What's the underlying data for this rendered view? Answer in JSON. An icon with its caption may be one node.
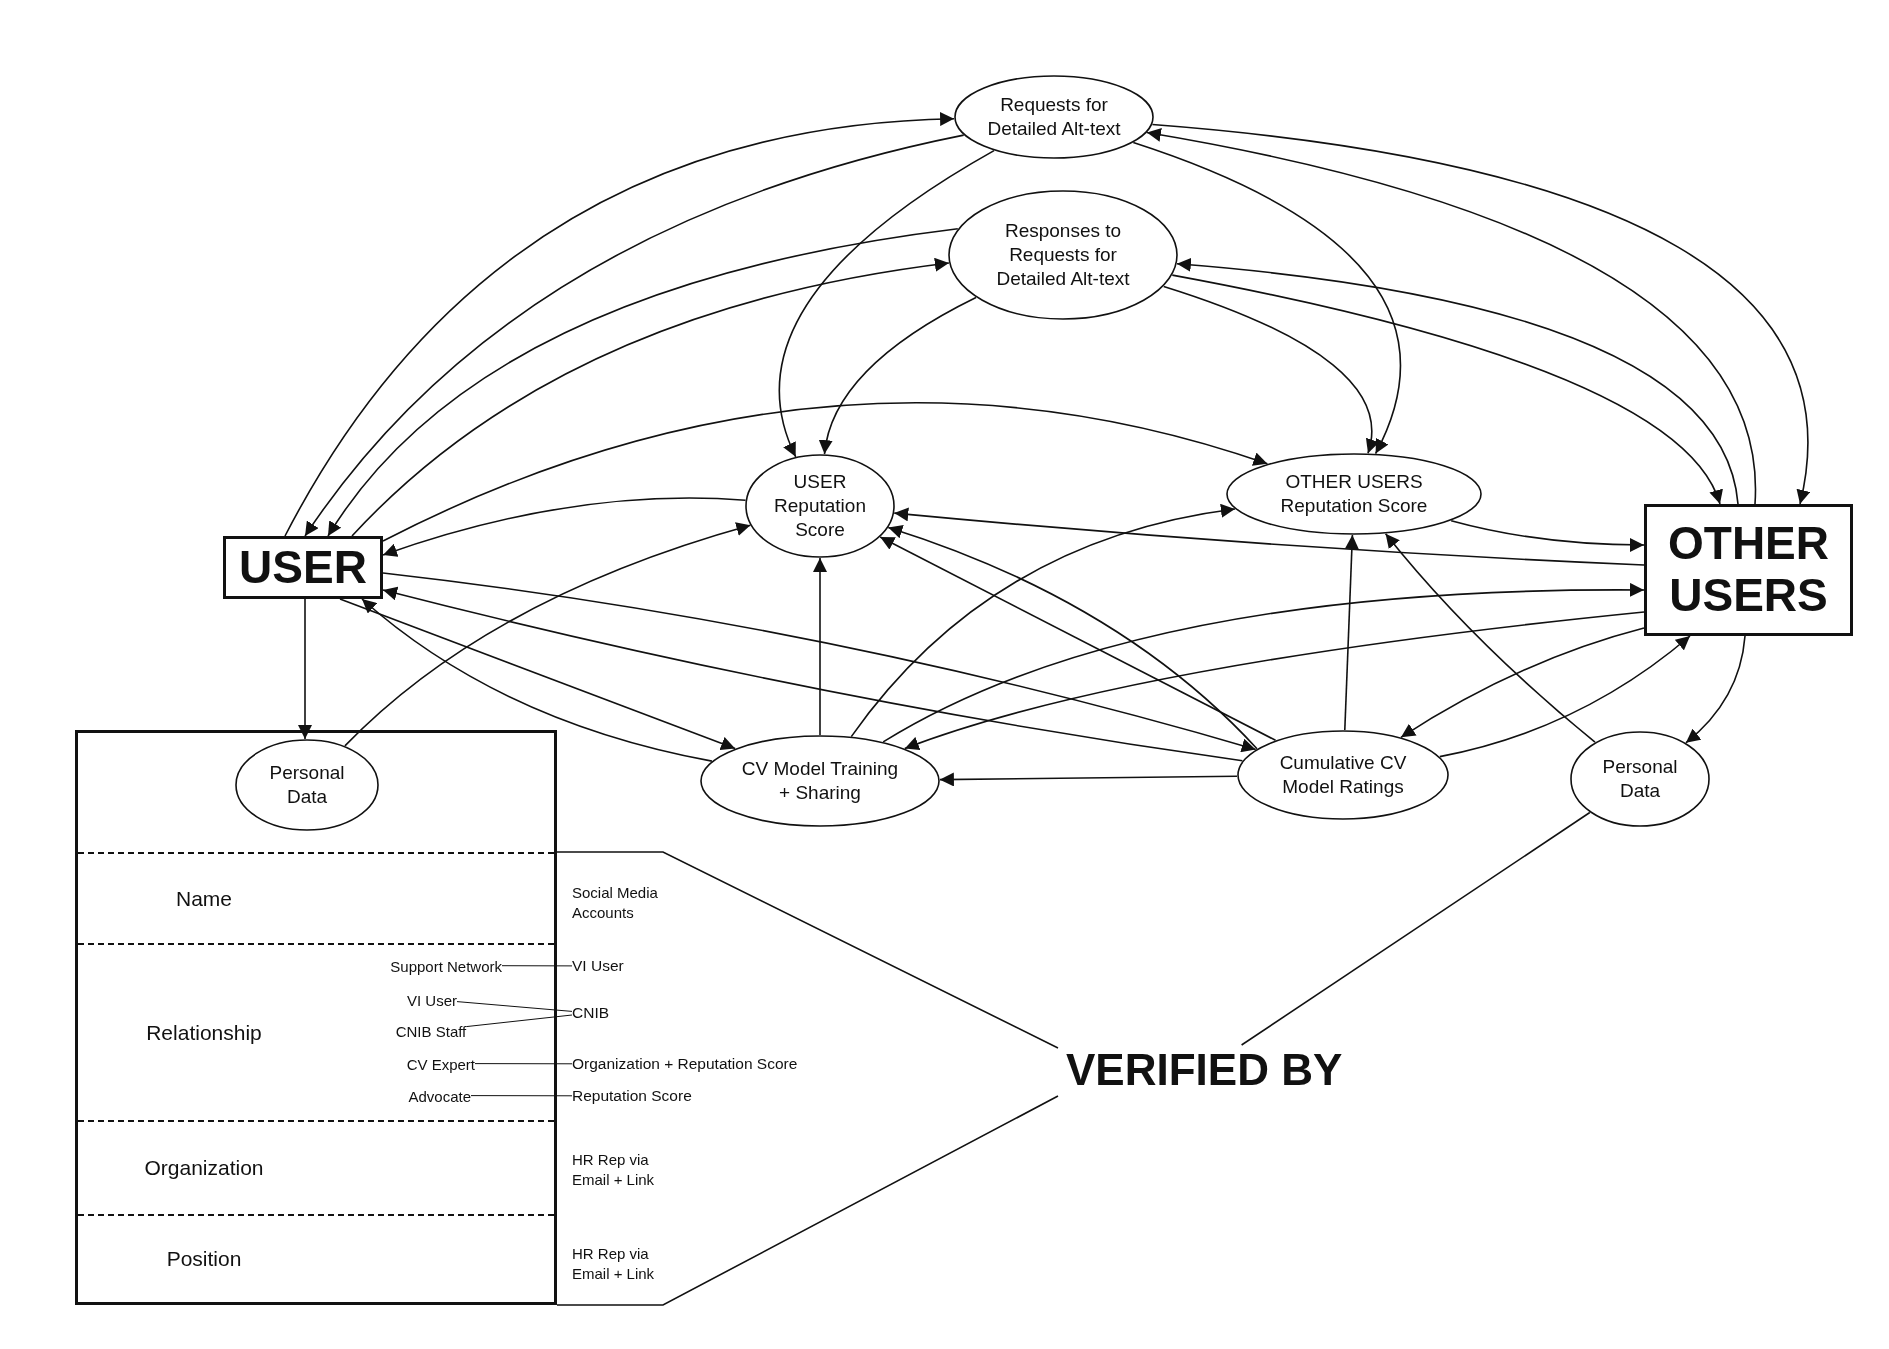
{
  "diagram": {
    "nodes": [
      {
        "text": [
          "USER"
        ]
      },
      {
        "text": [
          "Requests for Detailed Alt-text"
        ]
      },
      {
        "text": [
          "Responses to Requests for Detailed Alt-text"
        ]
      },
      {
        "text": [
          "USER Reputation Score"
        ]
      },
      {
        "text": [
          "OTHER USERS Reputation Score"
        ]
      },
      {
        "text": [
          "OTHER USERS"
        ]
      },
      {
        "text": [],
        "shape": "box"
      },
      {
        "text": [
          "Personal Data"
        ],
        "in": 6
      },
      {
        "text": [
          "CV Model Training + Sharing"
        ]
      },
      {
        "text": [
          "Cumulative CV Model Ratings"
        ]
      },
      {
        "text": [
          "Personal Data"
        ]
      },
      {
        "text": [
          "Name"
        ],
        "in": 6
      },
      {
        "text": [
          "Relationship"
        ],
        "in": 6
      },
      {
        "text": [
          "Support Network"
        ],
        "in": 12
      },
      {
        "text": [
          "VI User"
        ],
        "in": 12
      },
      {
        "text": [
          "CNIB Staff"
        ],
        "in": 12
      },
      {
        "text": [
          "CV Expert"
        ],
        "in": 12
      },
      {
        "text": [
          "Advocate"
        ],
        "in": 12
      },
      {
        "text": [
          "Organization"
        ],
        "in": 6
      },
      {
        "text": [
          "Position"
        ],
        "in": 6
      },
      {
        "text": [
          "VI User"
        ]
      },
      {
        "text": [
          "CNIB"
        ]
      },
      {
        "text": [
          "Organization + Reputation Score"
        ]
      },
      {
        "text": [
          "Reputation Score"
        ]
      },
      {
        "text": [
          "VERIFIED BY"
        ]
      }
    ],
    "edges": [
      {
        "from": 0,
        "to": 1,
        "arrow": "to"
      },
      {
        "from": 1,
        "to": 0,
        "arrow": "to"
      },
      {
        "from": 2,
        "to": 0,
        "arrow": "to"
      },
      {
        "from": 0,
        "to": 2,
        "arrow": "to"
      },
      {
        "from": 0,
        "to": 4,
        "arrow": "to"
      },
      {
        "from": 3,
        "to": 0,
        "arrow": "to"
      },
      {
        "from": 1,
        "to": 3,
        "arrow": "to"
      },
      {
        "from": 2,
        "to": 3,
        "arrow": "to"
      },
      {
        "from": 1,
        "to": 5,
        "arrow": "to"
      },
      {
        "from": 5,
        "to": 1,
        "arrow": "to"
      },
      {
        "from": 5,
        "to": 2,
        "arrow": "to"
      },
      {
        "from": 2,
        "to": 5,
        "arrow": "to"
      },
      {
        "from": 1,
        "to": 4,
        "arrow": "to"
      },
      {
        "from": 2,
        "to": 4,
        "arrow": "to"
      },
      {
        "from": 4,
        "to": 5,
        "arrow": "to"
      },
      {
        "from": 5,
        "to": 3,
        "arrow": "to"
      },
      {
        "from": 9,
        "to": 3,
        "arrow": "to"
      },
      {
        "from": 9,
        "to": 3,
        "arrow": "to"
      },
      {
        "from": 0,
        "to": 9,
        "arrow": "to"
      },
      {
        "from": 9,
        "to": 0,
        "arrow": "to"
      },
      {
        "from": 8,
        "to": 0,
        "arrow": "to"
      },
      {
        "from": 0,
        "to": 8,
        "arrow": "to"
      },
      {
        "from": 0,
        "to": 7,
        "arrow": "to"
      },
      {
        "from": 7,
        "to": 3,
        "arrow": "to"
      },
      {
        "from": 8,
        "to": 3,
        "arrow": "to"
      },
      {
        "from": 8,
        "to": 4,
        "arrow": "to"
      },
      {
        "from": 8,
        "to": 5,
        "arrow": "to"
      },
      {
        "from": 5,
        "to": 8,
        "arrow": "to"
      },
      {
        "from": 9,
        "to": 8,
        "arrow": "to"
      },
      {
        "from": 9,
        "to": 4,
        "arrow": "to"
      },
      {
        "from": 5,
        "to": 9,
        "arrow": "to"
      },
      {
        "from": 9,
        "to": 5,
        "arrow": "to"
      },
      {
        "from": 5,
        "to": 10,
        "arrow": "to"
      },
      {
        "from": 10,
        "to": 4,
        "arrow": "to"
      },
      {
        "from": 10,
        "to": 24,
        "arrow": "none"
      },
      {
        "from": 13,
        "to": 20,
        "arrow": "none"
      },
      {
        "from": 14,
        "to": 21,
        "arrow": "none"
      },
      {
        "from": 15,
        "to": 21,
        "arrow": "none"
      },
      {
        "from": 16,
        "to": 22,
        "arrow": "none"
      },
      {
        "from": 17,
        "to": 23,
        "arrow": "none"
      }
    ],
    "labels": [
      "Social Media Accounts",
      "HR Rep via Email + Link",
      "HR Rep via Email + Link"
    ]
  }
}
